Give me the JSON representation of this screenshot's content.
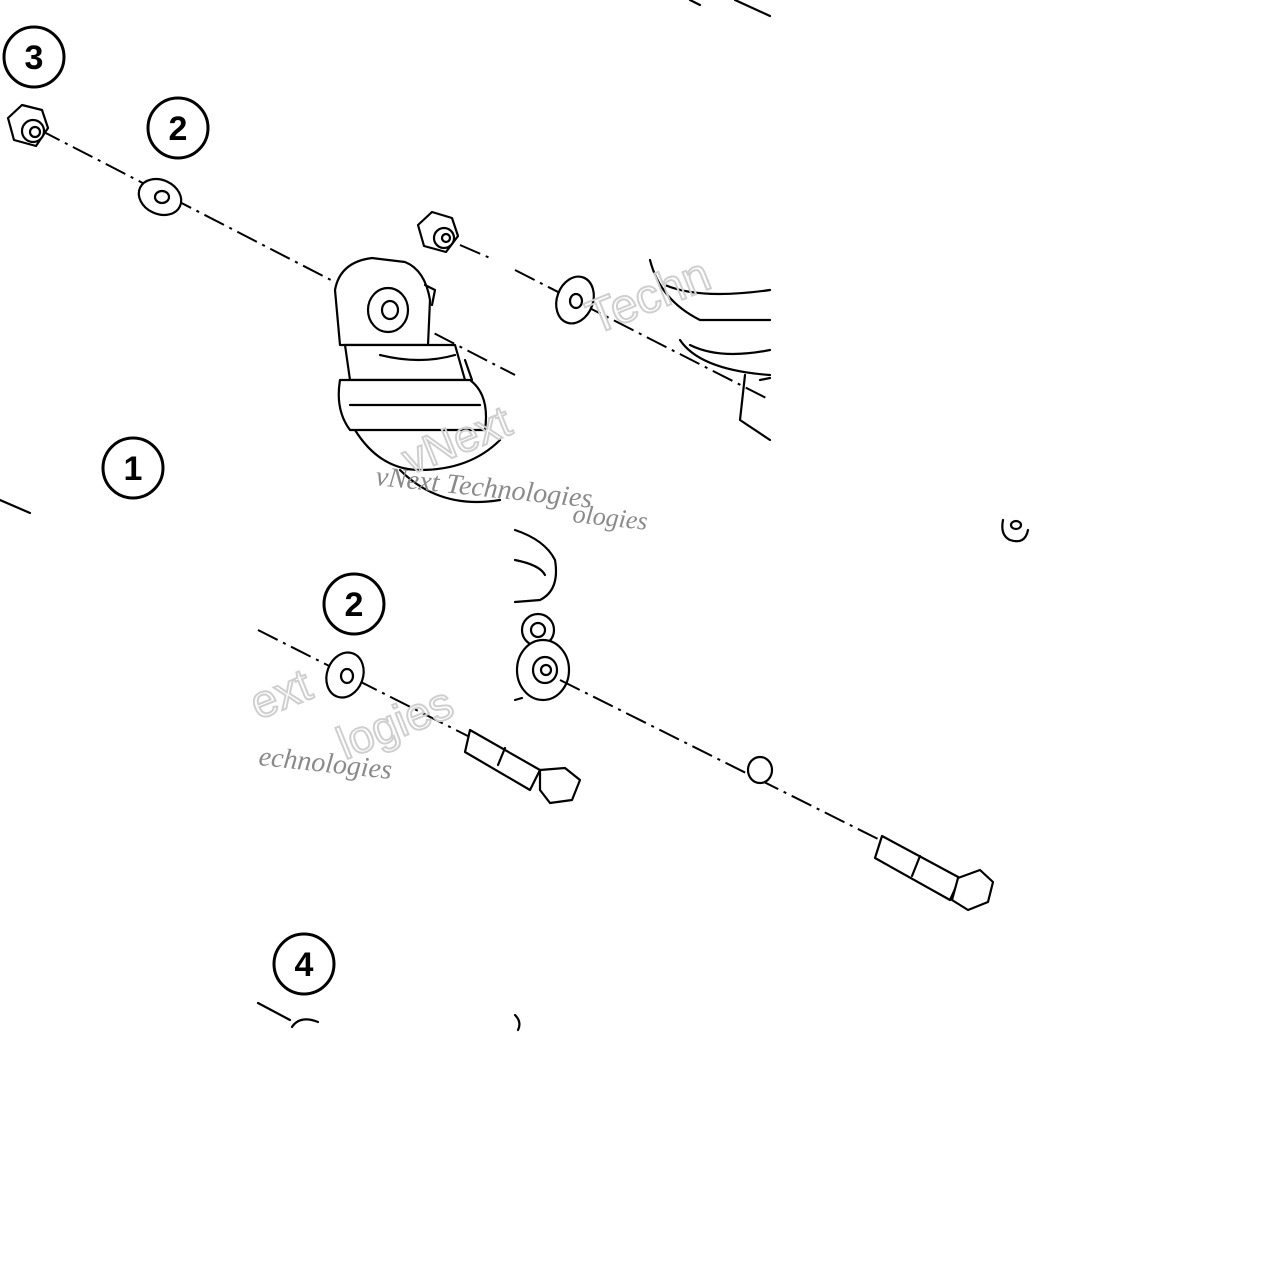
{
  "callouts": {
    "c1": "1",
    "c2a": "2",
    "c2b": "2",
    "c3": "3",
    "c4": "4"
  },
  "watermark": {
    "line1": "vNext Technologies",
    "line2": "echnologies",
    "line3": "ologies",
    "big1": "vNext",
    "big2": "Techn",
    "big3": "ext",
    "big4": "logies"
  },
  "colors": {
    "line": "#000000",
    "background": "#ffffff",
    "watermark": "#8a8a8a"
  }
}
